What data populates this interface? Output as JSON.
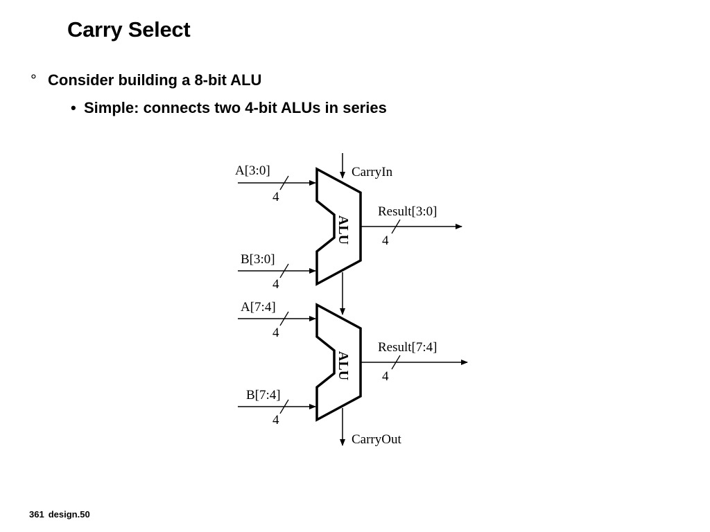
{
  "slide": {
    "title": "Carry Select",
    "bullet_marker": "°",
    "bullet": "Consider building a 8-bit ALU",
    "sub_bullet_marker": "•",
    "sub_bullet": "Simple: connects two 4-bit ALUs in series"
  },
  "diagram": {
    "alu_top": {
      "label": "ALU",
      "input_a": "A[3:0]",
      "input_a_width": "4",
      "input_b": "B[3:0]",
      "input_b_width": "4",
      "carry_in": "CarryIn",
      "result": "Result[3:0]",
      "result_width": "4"
    },
    "alu_bottom": {
      "label": "ALU",
      "input_a": "A[7:4]",
      "input_a_width": "4",
      "input_b": "B[7:4]",
      "input_b_width": "4",
      "carry_out": "CarryOut",
      "result": "Result[7:4]",
      "result_width": "4"
    }
  },
  "footer": {
    "page": "361",
    "file": "design.50"
  }
}
